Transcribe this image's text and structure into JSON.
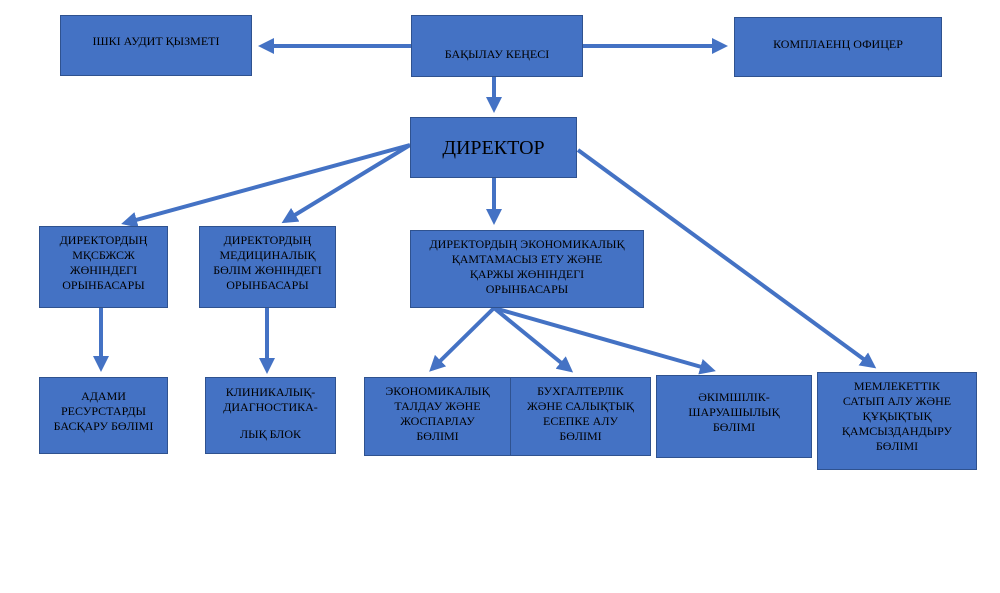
{
  "colors": {
    "box_fill": "#4472c4",
    "box_border": "#2f528f",
    "connector": "#4472c4",
    "text": "#000000"
  },
  "org_chart": {
    "internal_audit": "ІШКІ АУДИТ ҚЫЗМЕТІ",
    "supervisory_board": "БАҚЫЛАУ КЕҢЕСІ",
    "compliance_officer": "КОМПЛАЕНЦ ОФИЦЕР",
    "director": "ДИРЕКТОР",
    "deputy_nursing": "ДИРЕКТОРДЫҢ\nМҚСБжСЖ\nЖӨНІНДЕГІ\nОРЫНБАСАРЫ",
    "deputy_medical": "ДИРЕКТОРДЫҢ\nМЕДИЦИНАЛЫҚ\nБӨЛІМ ЖӨНІНДЕГІ\nОРЫНБАСАРЫ",
    "deputy_economic": "ДИРЕКТОРДЫҢ ЭКОНОМИКАЛЫҚ\nҚАМТАМАСЫЗ ЕТУ ЖӘНЕ\nҚАРЖЫ ЖӨНІНДЕГІ\nОРЫНБАСАРЫ",
    "hr_department": "АДАМИ\nРЕСУРСТАРДЫ\nБАСҚАРУ БӨЛІМІ",
    "clinical_block_line1": "КЛИНИКАЛЫҚ-\nДИАГНОСТИКА-",
    "clinical_block_line2": "ЛЫҚ БЛОК",
    "economic_planning": "ЭКОНОМИКАЛЫҚ\nТАЛДАУ ЖӘНЕ\nЖОСПАРЛАУ\nБӨЛІМІ",
    "accounting": "БУХГАЛТЕРЛІК\nЖӘНЕ САЛЫҚТЫҚ\nЕСЕПКЕ АЛУ\nБӨЛІМІ",
    "administrative": "ӘКІМШІЛІК-\nШАРУАШЫЛЫҚ\nБӨЛІМІ",
    "procurement_legal": "МЕМЛЕКЕТТІК\nСАТЫП АЛУ ЖӘНЕ\nҚҰҚЫҚТЫҚ\nҚАМСЫЗДАНДЫРУ\nБӨЛІМІ"
  }
}
